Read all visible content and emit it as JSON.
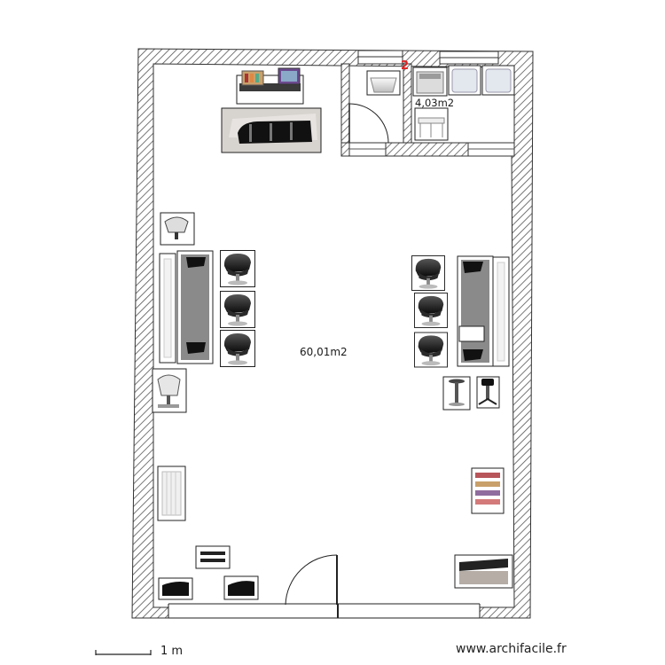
{
  "rooms": {
    "main_area": "60,01m2",
    "small_area": "4,03m2"
  },
  "scale": {
    "label": "1 m"
  },
  "watermark": "www.archifacile.fr",
  "icons": {
    "wash_unit": "washing-station-icon",
    "shampoo_bowls": "shampoo-bowls-icon",
    "styling_chair": "styling-chair-icon",
    "hood_dryer": "hood-dryer-icon",
    "stool": "stool-icon",
    "reception_desk": "reception-desk-icon",
    "radiator": "radiator-icon"
  },
  "colors": {
    "wall_hatch": "#444444",
    "station": "#8a8a8a",
    "chair": "#1a1a1a",
    "door_marker": "#dd2222"
  }
}
